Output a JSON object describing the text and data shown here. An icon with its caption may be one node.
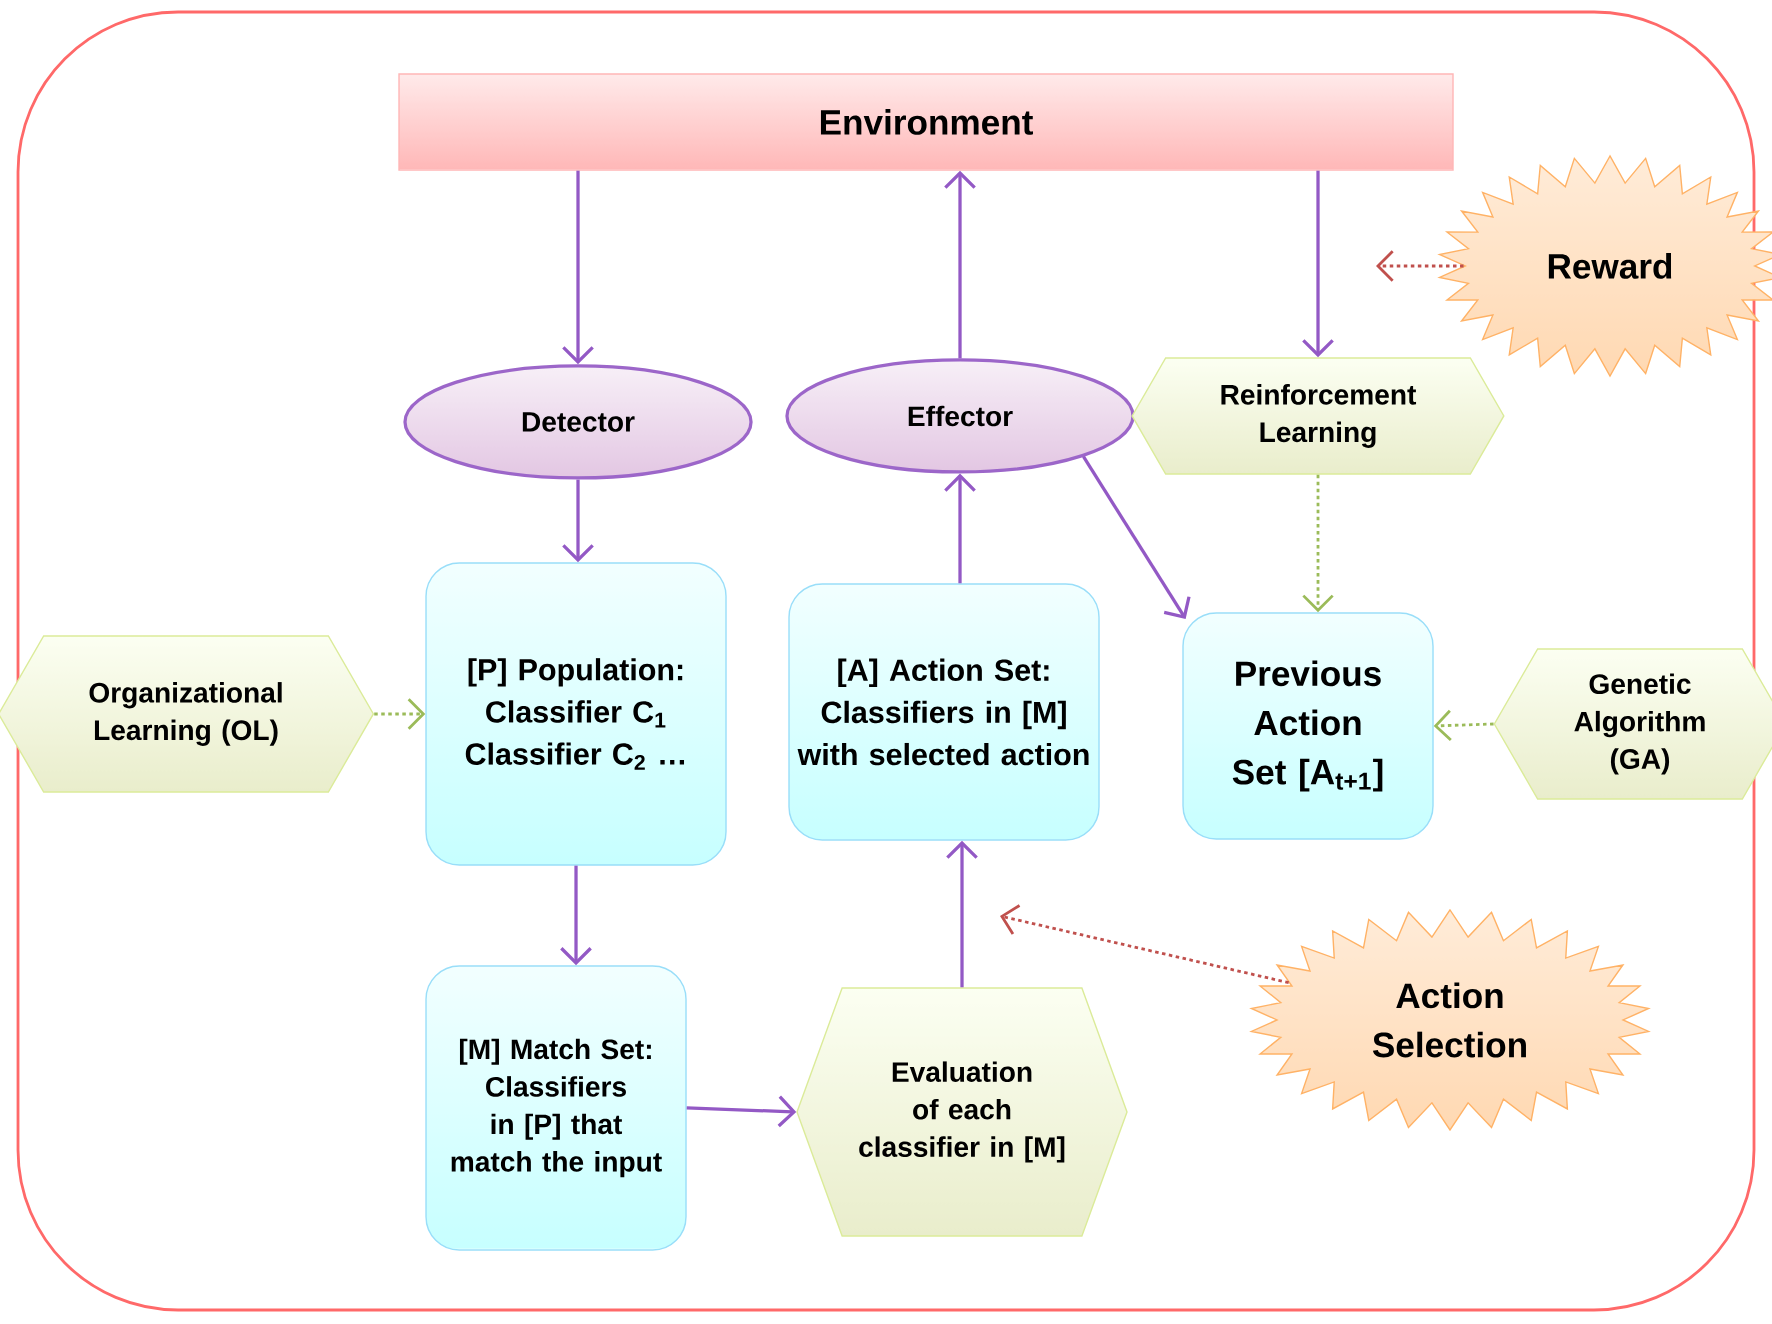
{
  "diagram": {
    "nodes": [
      {
        "text": [
          "Environment"
        ]
      },
      {
        "text": [
          "Detector"
        ]
      },
      {
        "text": [
          "Effector"
        ]
      },
      {
        "text": [
          "Reinforcement Learning"
        ]
      },
      {
        "text": [
          "Reward"
        ]
      },
      {
        "text": [
          "Organizational Learning (OL)"
        ]
      },
      {
        "text": [
          "[P] Population: Classifier C$_{1}$ Classifier C$_{2}$ …"
        ]
      },
      {
        "text": [
          "[A] Action Set: Classifiers in [M] with selected action"
        ]
      },
      {
        "text": [
          "Previous Action Set [A$_{t+1}$]"
        ]
      },
      {
        "text": [
          "Genetic Algorithm (GA)"
        ]
      },
      {
        "text": [
          "[M] Match Set: Classifiers in [P] that match the input"
        ]
      },
      {
        "text": [
          "Evaluation of each classifier in [M]"
        ]
      },
      {
        "text": [
          "Action Selection"
        ]
      }
    ],
    "edges": [
      {
        "from": 0,
        "to": 1,
        "arrow": "to"
      },
      {
        "from": 2,
        "to": 0,
        "arrow": "to"
      },
      {
        "from": 0,
        "to": 3,
        "arrow": "to"
      },
      {
        "from": 4,
        "to": null,
        "arrow": "to",
        "style": "dashed",
        "color": "#c0504d"
      },
      {
        "from": 1,
        "to": 6,
        "arrow": "to"
      },
      {
        "from": 7,
        "to": 2,
        "arrow": "to"
      },
      {
        "from": 2,
        "to": 8,
        "arrow": "to"
      },
      {
        "from": 3,
        "to": 8,
        "arrow": "to",
        "style": "dashed",
        "color": "#9bbb59"
      },
      {
        "from": 5,
        "to": 6,
        "arrow": "to",
        "style": "dashed",
        "color": "#9bbb59"
      },
      {
        "from": 9,
        "to": 8,
        "arrow": "to",
        "style": "dashed",
        "color": "#9bbb59"
      },
      {
        "from": 6,
        "to": 10,
        "arrow": "to"
      },
      {
        "from": 10,
        "to": 11,
        "arrow": "to"
      },
      {
        "from": 11,
        "to": 7,
        "arrow": "to"
      },
      {
        "from": 12,
        "to": null,
        "arrow": "to",
        "style": "dashed",
        "color": "#c0504d"
      }
    ]
  }
}
